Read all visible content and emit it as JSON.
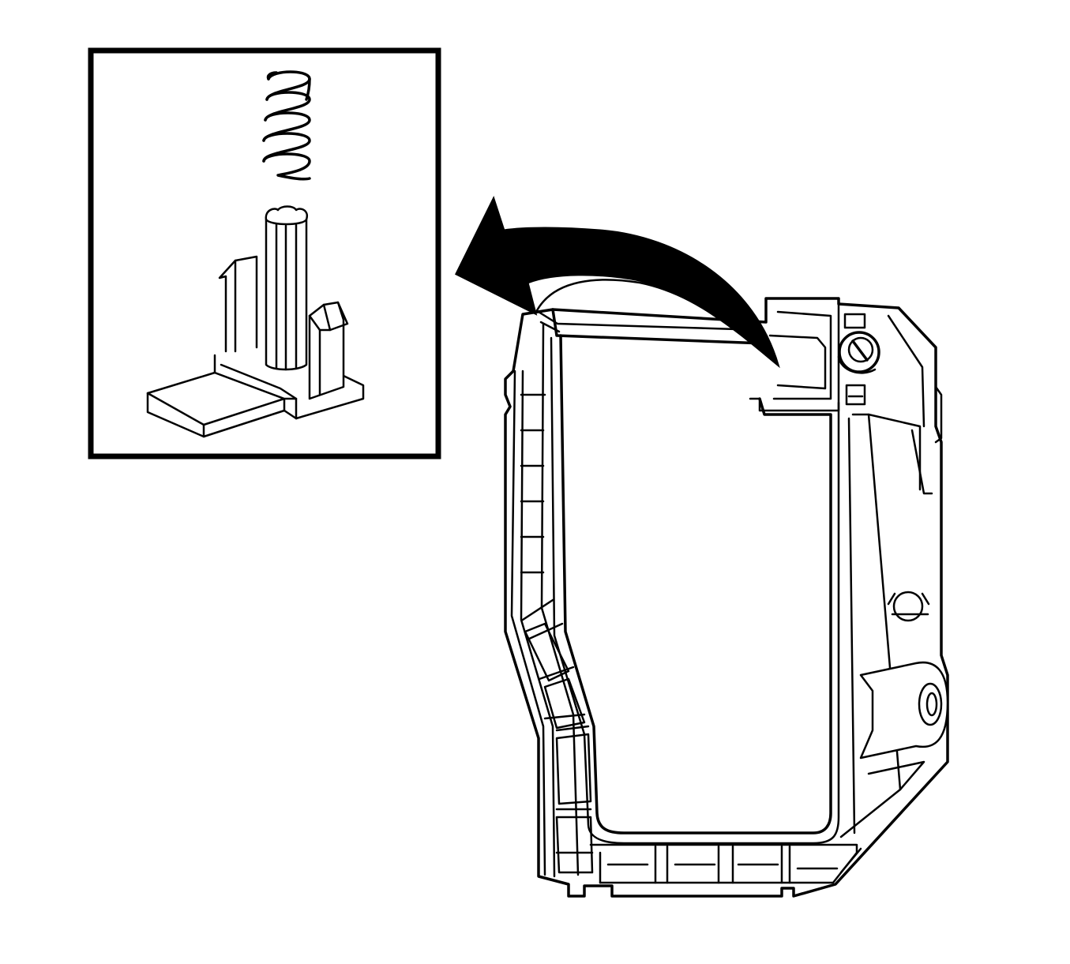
{
  "diagram": {
    "kind": "technical-line-illustration",
    "components": {
      "inset": "detail-inset-frame",
      "spring": "coil-spring",
      "plunger": "plunger-latch",
      "arrow": "removal-arrow",
      "housing": "glove-box-housing",
      "lock": "lock-cylinder"
    },
    "colors": {
      "line": "#000000",
      "background": "#ffffff"
    }
  }
}
